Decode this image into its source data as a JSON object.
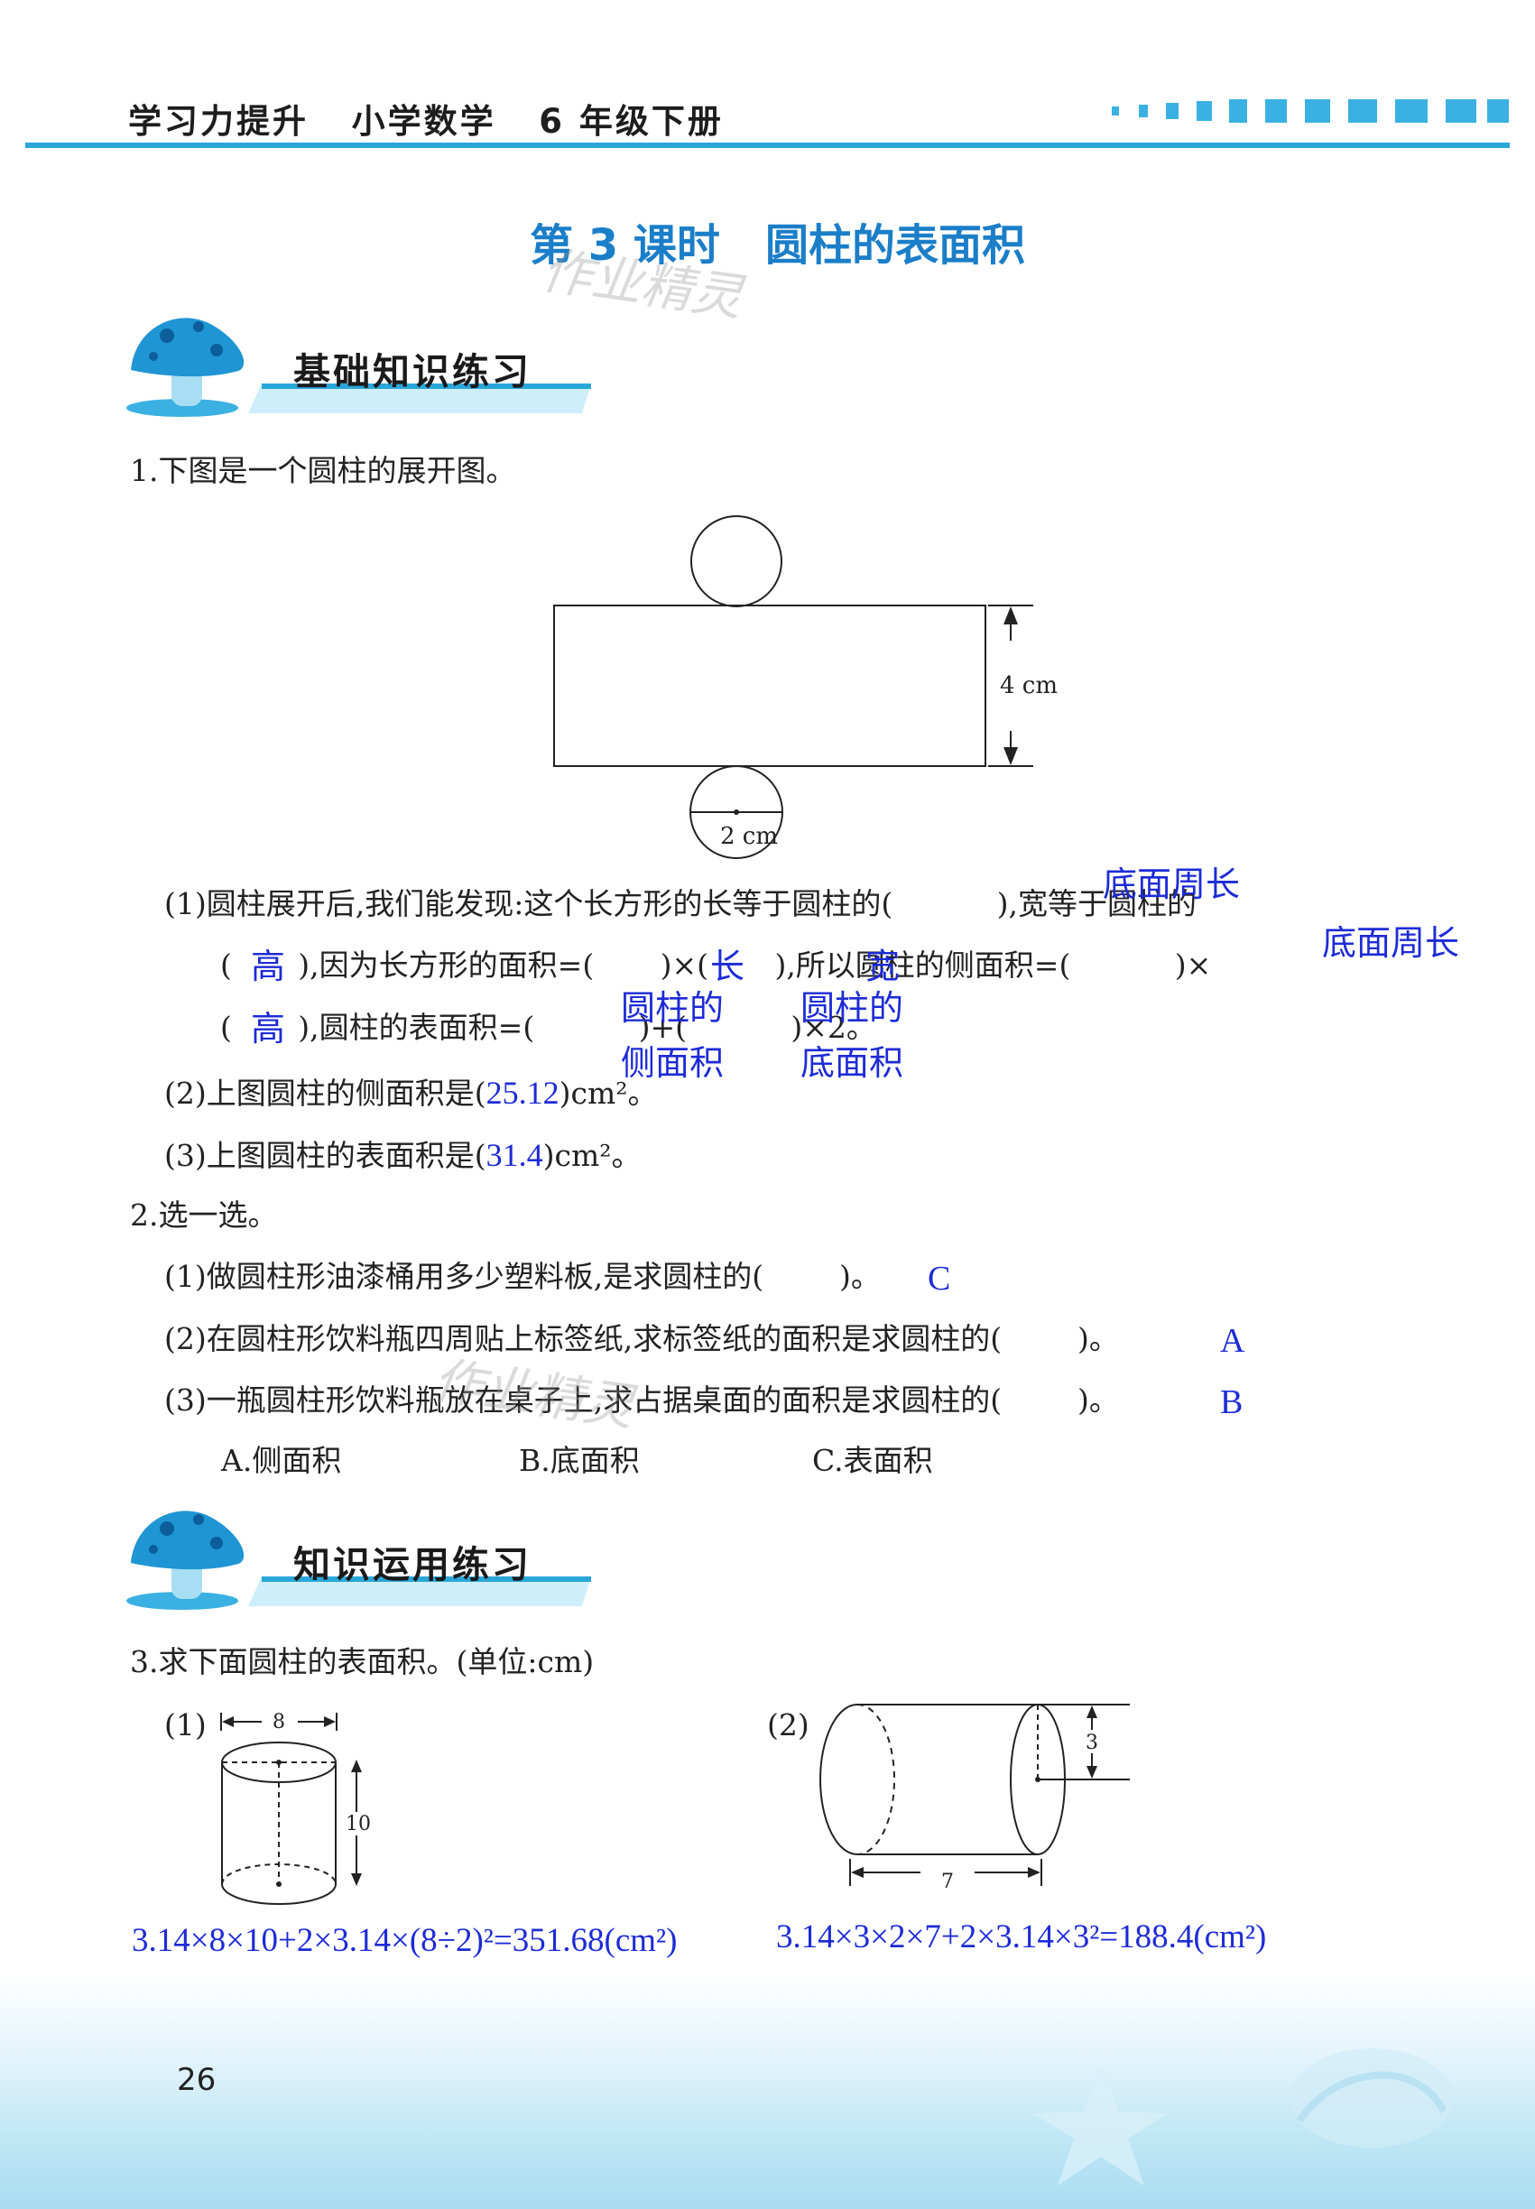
{
  "header": {
    "book_title": "学习力提升   小学数学   6 年级下册"
  },
  "lesson": {
    "number_prefix": "第",
    "number": "3",
    "number_suffix": "课时",
    "title": "圆柱的表面积"
  },
  "watermark": "作业精灵",
  "sections": {
    "basic": "基础知识练习",
    "apply": "知识运用练习"
  },
  "q1": {
    "prompt": "1.下图是一个圆柱的展开图。",
    "figure": {
      "height_label": "4 cm",
      "diameter_label": "2 cm"
    },
    "p1": {
      "line1": "(1)圆柱展开后,我们能发现:这个长方形的长等于圆柱的(           ),宽等于圆柱的",
      "line2": "(       ),因为长方形的面积=(       )×(       ),所以圆柱的侧面积=(           )×",
      "line3": "(       ),圆柱的表面积=(           )+(           )×2。",
      "ans_length": "底面周长",
      "ans_width": "高",
      "ans_area_l": "长",
      "ans_area_w": "宽",
      "ans_lateral_a": "底面周长",
      "ans_lateral_b": "高",
      "ans_surface_a1": "圆柱的",
      "ans_surface_a2": "侧面积",
      "ans_surface_b1": "圆柱的",
      "ans_surface_b2": "底面积"
    },
    "p2": {
      "text_before": "(2)上图圆柱的侧面积是(",
      "text_after": ")cm²。",
      "answer": "25.12"
    },
    "p3": {
      "text_before": "(3)上图圆柱的表面积是(",
      "text_after": ")cm²。",
      "answer": "31.4"
    }
  },
  "q2": {
    "prompt": "2.选一选。",
    "items": [
      {
        "text": "(1)做圆柱形油漆桶用多少塑料板,是求圆柱的(        )。",
        "answer": "C"
      },
      {
        "text": "(2)在圆柱形饮料瓶四周贴上标签纸,求标签纸的面积是求圆柱的(        )。",
        "answer": "A"
      },
      {
        "text": "(3)一瓶圆柱形饮料瓶放在桌子上,求占据桌面的面积是求圆柱的(        )。",
        "answer": "B"
      }
    ],
    "options": [
      "A.侧面积",
      "B.底面积",
      "C.表面积"
    ]
  },
  "q3": {
    "prompt": "3.求下面圆柱的表面积。(单位:cm)",
    "fig1": {
      "label": "(1)",
      "diameter": "8",
      "height": "10"
    },
    "fig2": {
      "label": "(2)",
      "radius": "3",
      "length": "7"
    },
    "answer1": "3.14×8×10+2×3.14×(8÷2)²=351.68(cm²)",
    "answer2": "3.14×3×2×7+2×3.14×3²=188.4(cm²)"
  },
  "page_number": "26",
  "colors": {
    "accent": "#2aa6d9",
    "answer": "#1d2bd6",
    "title": "#1b7ec8"
  }
}
